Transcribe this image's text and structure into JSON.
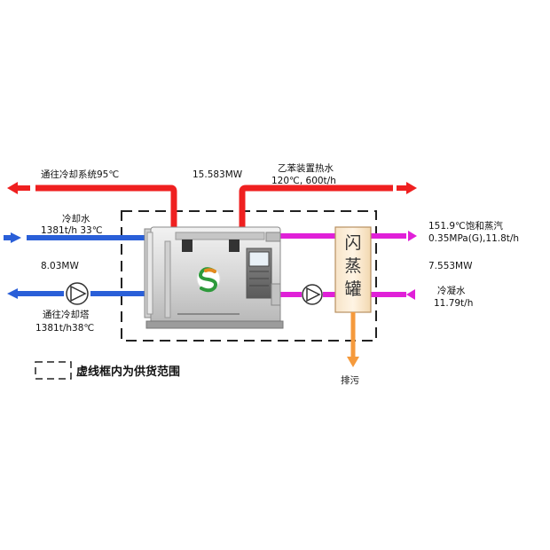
{
  "labels": {
    "cooling_system_out": "通往冷却系统95℃",
    "power_top": "15.583MW",
    "benzene_hot_water": "乙苯装置热水",
    "benzene_spec": "120℃, 600t/h",
    "cooling_water": "冷却水",
    "cooling_water_spec": "1381t/h  33℃",
    "power_left": "8.03MW",
    "cooling_tower_out": "通往冷却塔",
    "cooling_tower_spec": "1381t/h38℃",
    "steam_out": "151.9℃饱和蒸汽",
    "steam_spec": "0.35MPa(G),11.8t/h",
    "power_right": "7.553MW",
    "condensate_in": "冷凝水",
    "condensate_spec": "11.79t/h",
    "flash_tank_char1": "闪",
    "flash_tank_char2": "蒸",
    "flash_tank_char3": "罐",
    "drain": "排污",
    "legend_text": "虚线框内为供货范围"
  },
  "colors": {
    "hot_water": "#ef2020",
    "cooling_water": "#2a5fd8",
    "steam": "#e020d8",
    "drain": "#f59a3c",
    "dashed_box": "#222222"
  },
  "icons": {
    "arrow": "arrow-icon",
    "pump": "pump-icon",
    "logo": "s-logo-icon"
  }
}
